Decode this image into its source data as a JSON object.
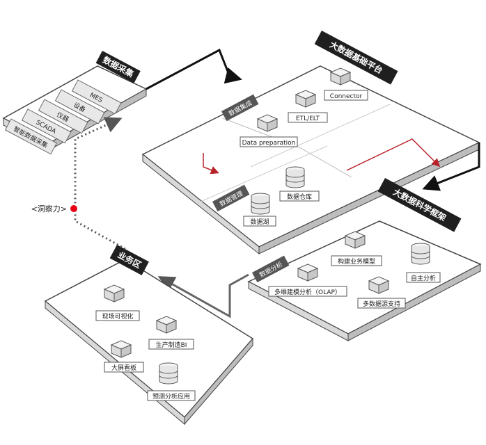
{
  "platforms": {
    "collection": {
      "title": "数据采集",
      "items": [
        "MES",
        "设备",
        "仪器",
        "SCADA",
        "智能数据采集"
      ]
    },
    "bigdata": {
      "title": "大数据基础平台",
      "integration": {
        "title": "数据集成",
        "items": [
          "Connector",
          "ETL/ELT",
          "Data preparation"
        ]
      },
      "management": {
        "title": "数据管理",
        "items": [
          "数据仓库",
          "数据湖"
        ]
      }
    },
    "science": {
      "title": "大数据科学框架",
      "analysis": {
        "title": "数据分析",
        "items": [
          "构建业务模型",
          "自主分析",
          "多维建模分析（OLAP）",
          "多数据源支持"
        ]
      }
    },
    "business": {
      "title": "业务区",
      "items": [
        "现场可视化",
        "生产制造BI",
        "大屏看板",
        "预测分析应用"
      ]
    },
    "insight_label": "<洞察力>"
  },
  "colors": {
    "title_bg": "#1f1f1f",
    "platform_stroke": "#444444",
    "arrow_red": "#b8232a",
    "dot_red": "#e60012"
  }
}
